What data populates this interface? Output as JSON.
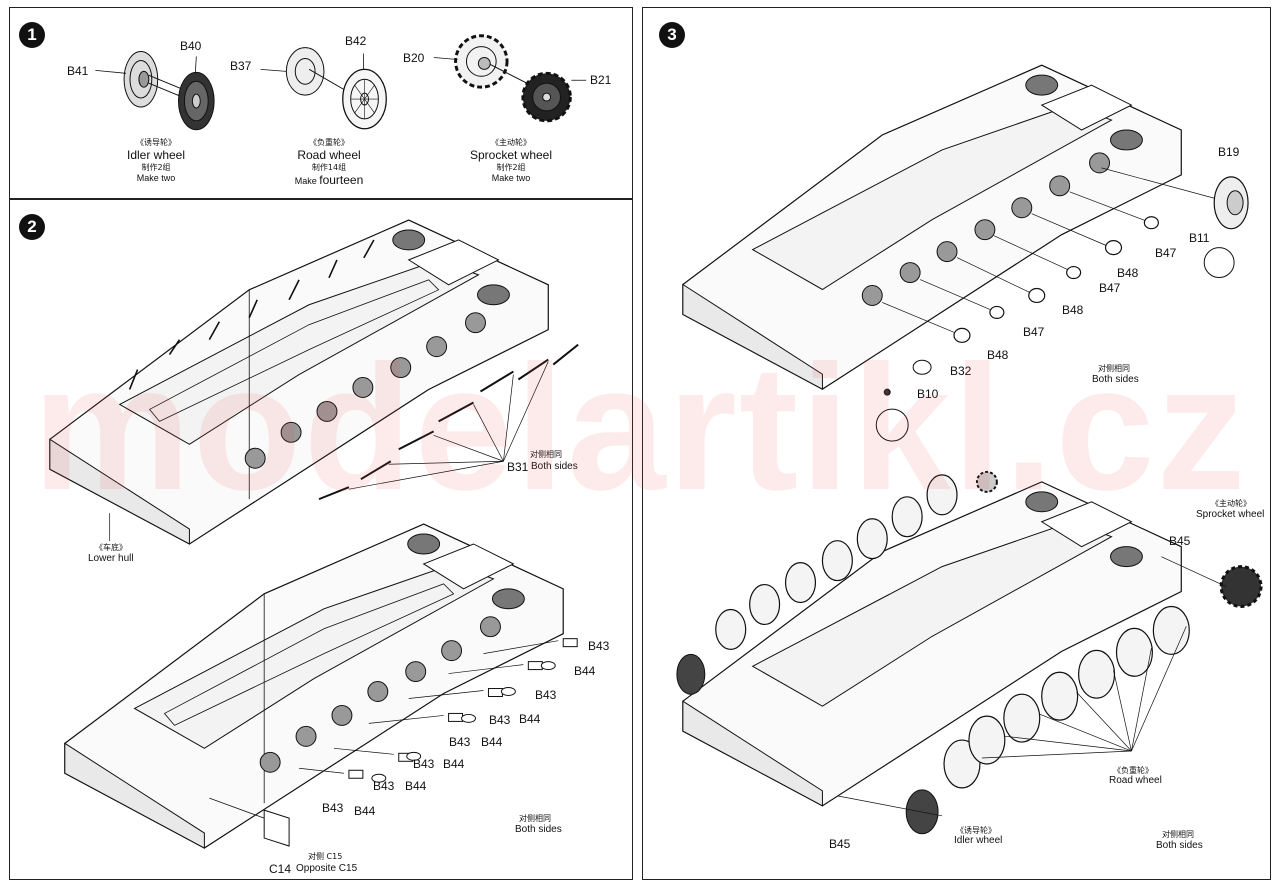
{
  "watermark": "modelartikl.cz",
  "step1": {
    "number": "1",
    "idler": {
      "labels": [
        "B41",
        "B40"
      ],
      "cn": "《诱导轮》",
      "en": "Idler wheel",
      "cn_count": "制作2组",
      "en_count": "Make two"
    },
    "road": {
      "labels": [
        "B37",
        "B42"
      ],
      "cn": "《负重轮》",
      "en": "Road wheel",
      "cn_count": "制作14组",
      "en_count_a": "Make",
      "en_count_b": "fourteen"
    },
    "sprocket": {
      "labels": [
        "B20",
        "B21"
      ],
      "cn": "《主动轮》",
      "en": "Sprocket wheel",
      "cn_count": "制作2组",
      "en_count": "Make two"
    }
  },
  "step2": {
    "number": "2",
    "upper": {
      "part": "B31",
      "cn": "对侧相同",
      "en": "Both sides",
      "hull_cn": "《车底》",
      "hull_en": "Lower hull"
    },
    "lower": {
      "b43": "B43",
      "b44": "B44",
      "cn": "对侧相同",
      "en": "Both sides",
      "c14": "C14",
      "opp_cn": "对侧 C15",
      "opp_en": "Opposite C15"
    }
  },
  "step3": {
    "number": "3",
    "upper": {
      "b19": "B19",
      "b11": "B11",
      "b47": "B47",
      "b48": "B48",
      "b32": "B32",
      "b10": "B10",
      "cn": "对侧相同",
      "en": "Both sides"
    },
    "lower": {
      "b45": "B45",
      "sprocket_cn": "《主动轮》",
      "sprocket_en": "Sprocket wheel",
      "road_cn": "《负重轮》",
      "road_en": "Road wheel",
      "idler_cn": "《诱导轮》",
      "idler_en": "Idler wheel",
      "cn": "对侧相同",
      "en": "Both sides"
    }
  }
}
